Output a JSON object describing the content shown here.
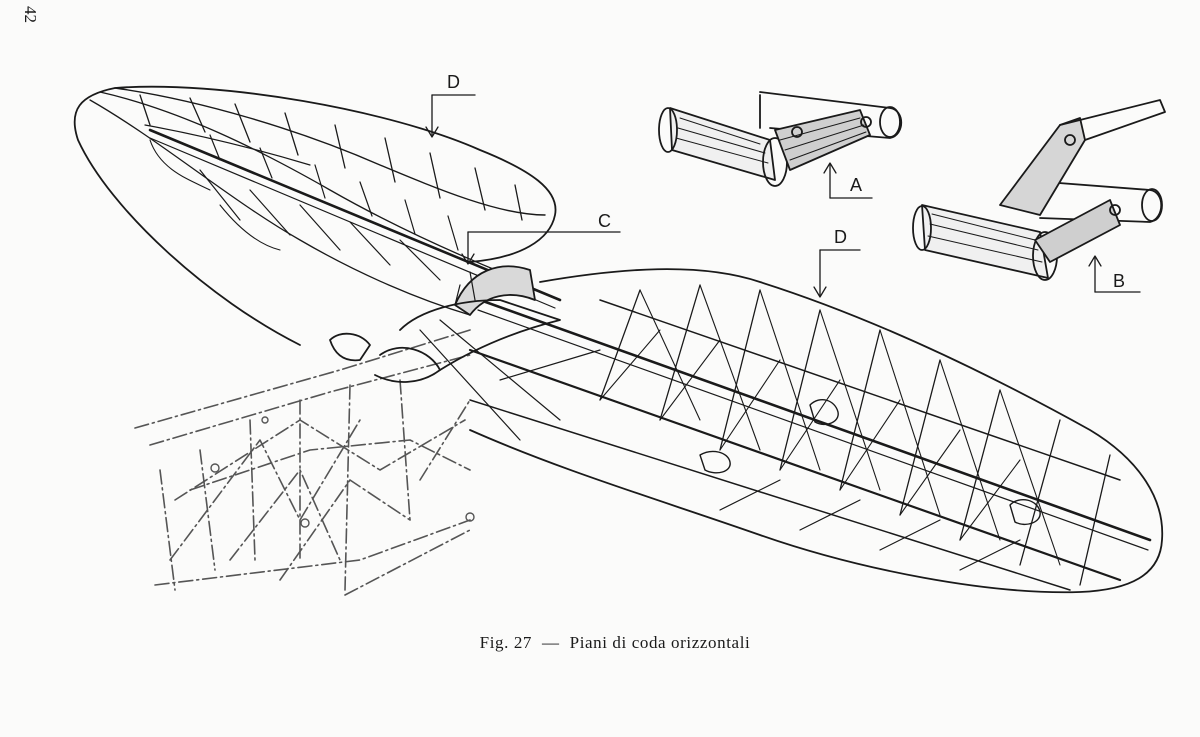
{
  "page_number": "42",
  "callouts": {
    "a": "A",
    "b": "B",
    "c": "C",
    "d_rear": "D",
    "d_front": "D"
  },
  "caption": {
    "figure": "Fig. 27",
    "dash": "—",
    "title": "Piani di coda orizzontali"
  },
  "colors": {
    "ink": "#1a1a1a",
    "paper": "#fbfbfa",
    "fuselage_ink": "#555555"
  }
}
